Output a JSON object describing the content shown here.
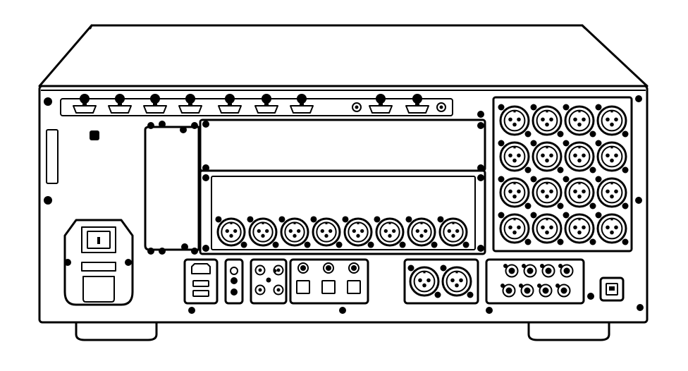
{
  "device": {
    "view": "rear-panel",
    "line_color": "#000000",
    "fill_color": "#ffffff"
  },
  "bnc_rail": {
    "connector_count": 9
  },
  "xlr_block_right": {
    "rows": 4,
    "cols": 4
  },
  "xlr_row_lower_card": {
    "count": 8
  },
  "xlr_pair_bottom": {
    "count": 2
  },
  "din_panel": {
    "count": 8
  },
  "optical_ports": {
    "count": 3
  },
  "rca_block": {
    "count": 4
  }
}
